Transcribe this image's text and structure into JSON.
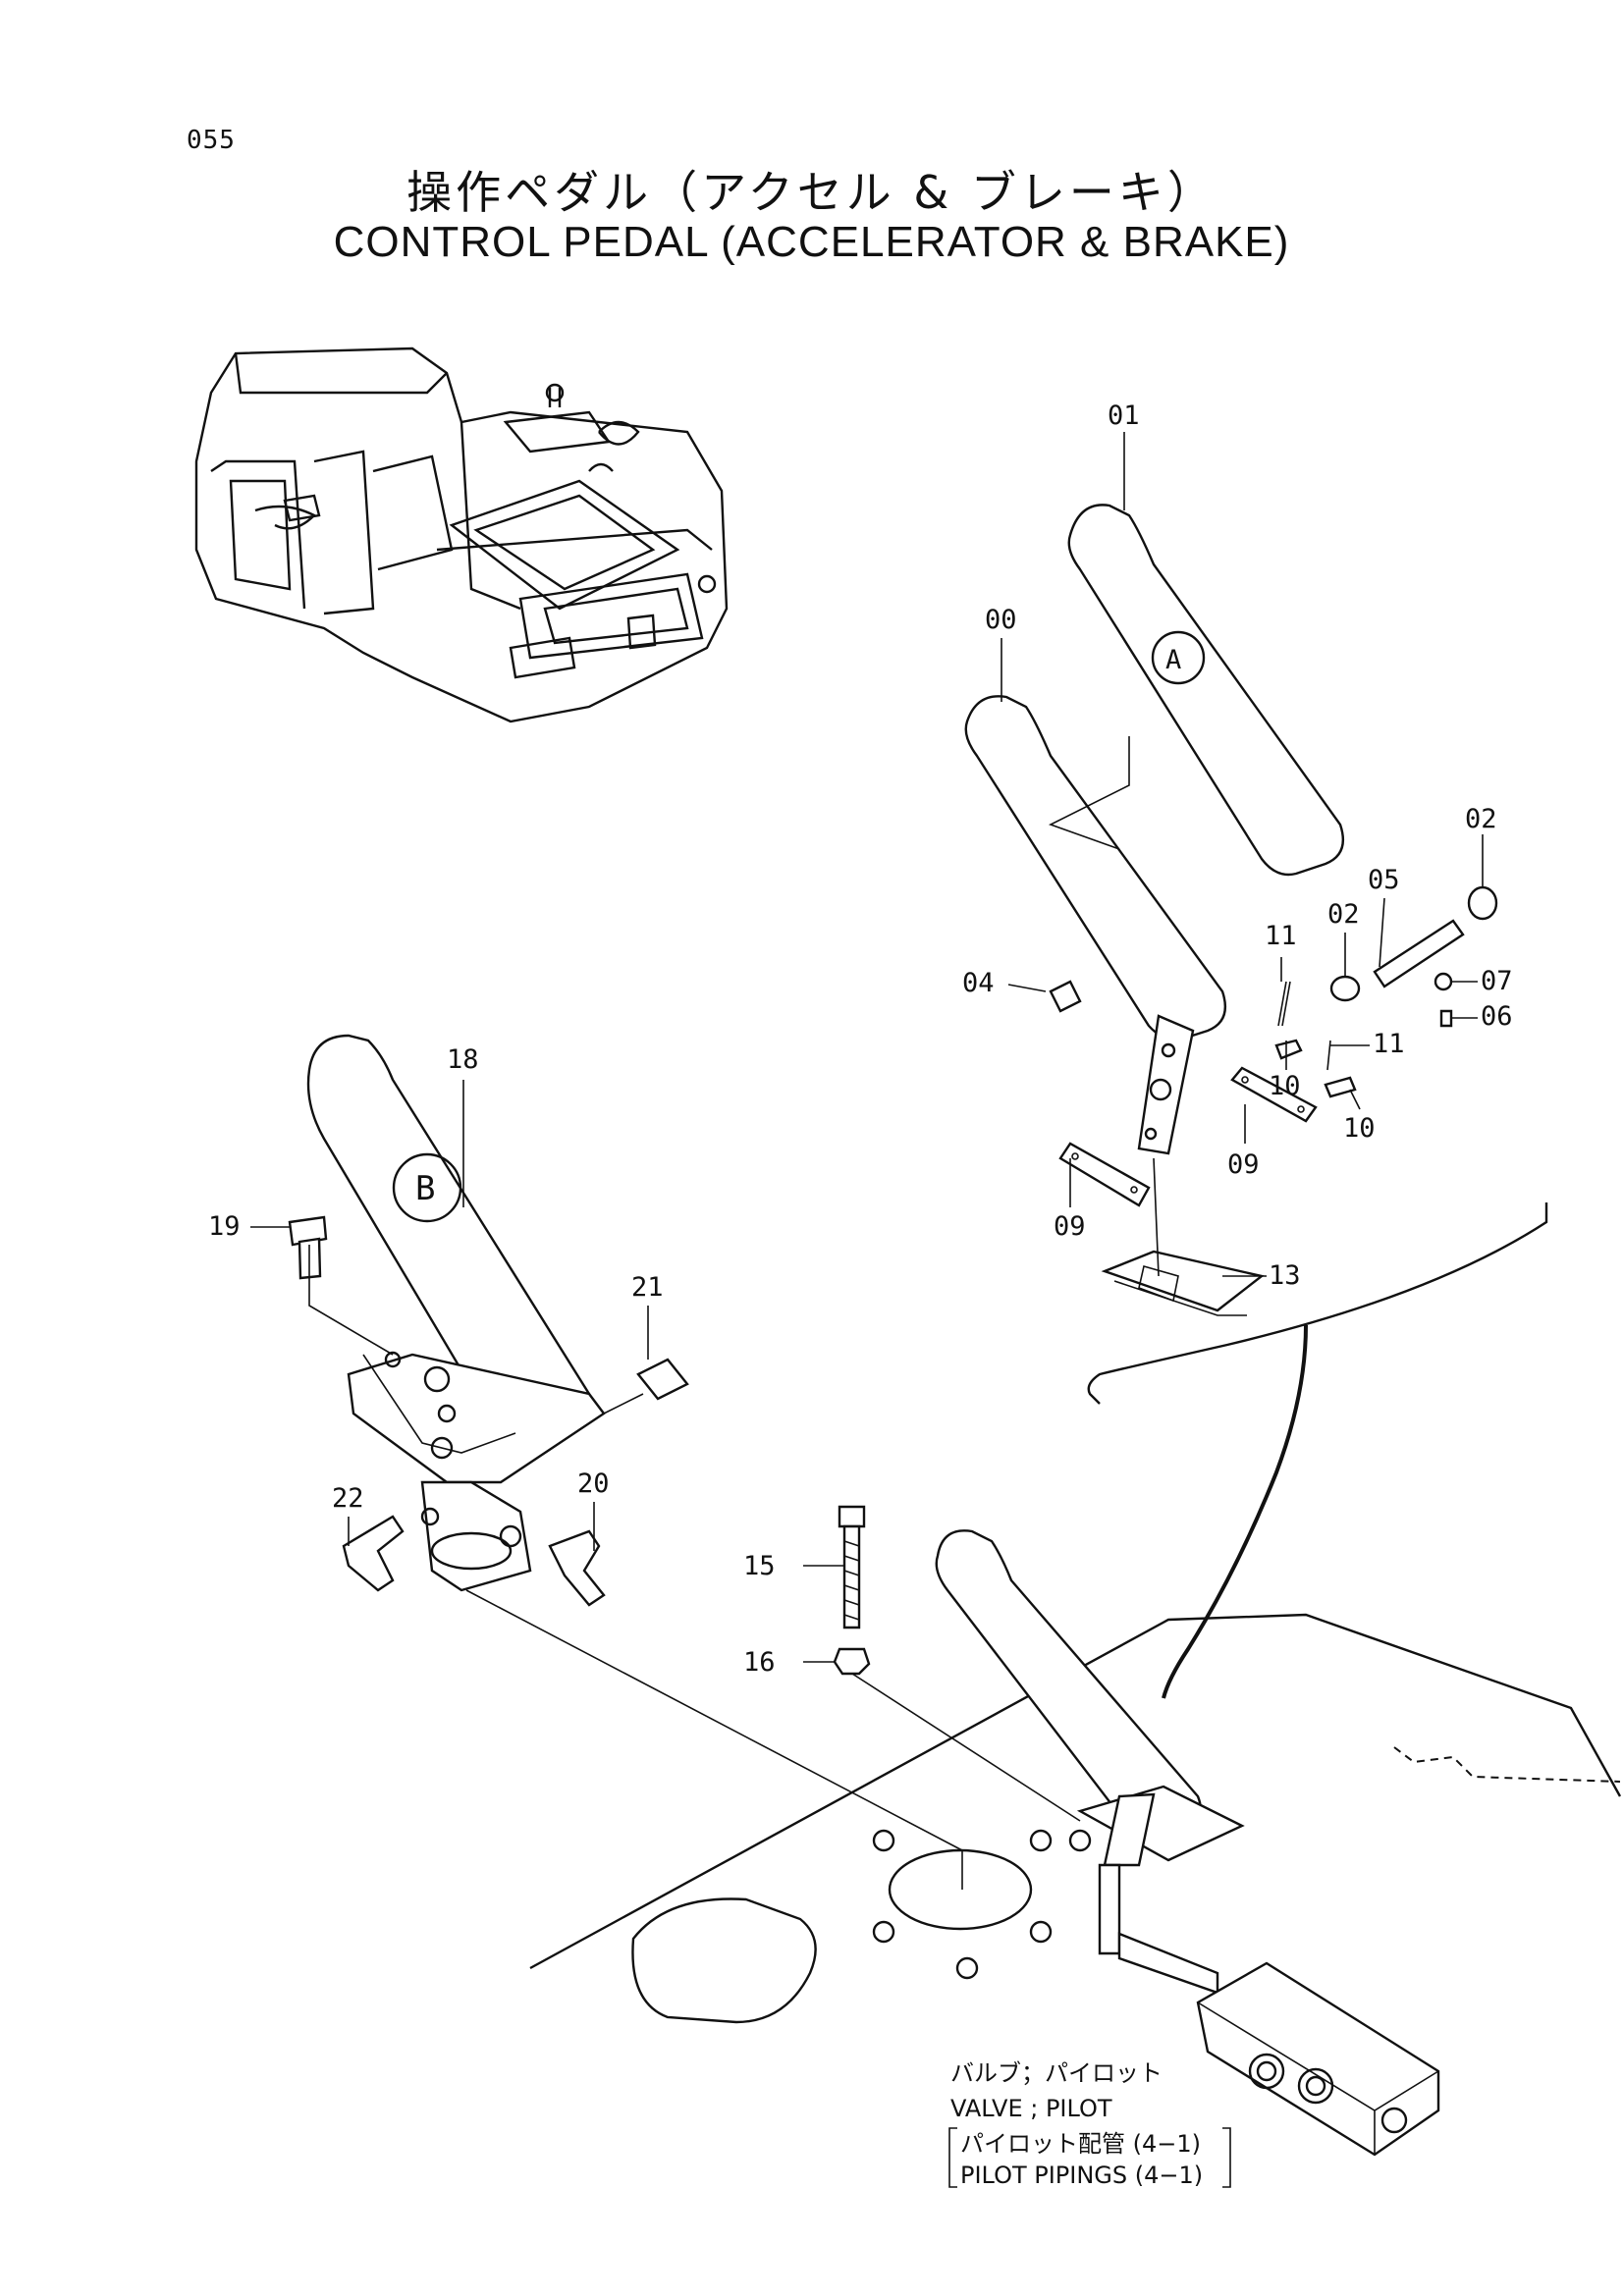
{
  "page": {
    "number": "055",
    "title_jp": "操作ペダル（アクセル & ブレーキ）",
    "title_en": "CONTROL PEDAL (ACCELERATOR & BRAKE)"
  },
  "pedal_marks": {
    "accelerator": "A",
    "brake": "B"
  },
  "callouts": {
    "p00": "00",
    "p01": "01",
    "p02a": "02",
    "p02b": "02",
    "p04": "04",
    "p05": "05",
    "p06": "06",
    "p07": "07",
    "p09a": "09",
    "p09b": "09",
    "p10a": "10",
    "p10b": "10",
    "p11a": "11",
    "p11b": "11",
    "p13": "13",
    "p15": "15",
    "p16": "16",
    "p18": "18",
    "p19": "19",
    "p20": "20",
    "p21": "21",
    "p22": "22"
  },
  "reference": {
    "valve_jp": "バルブ；パイロット",
    "valve_en": "VALVE ; PILOT",
    "pipings_jp": "パイロット配管 (4−1)",
    "pipings_en": "PILOT  PIPINGS (4−1)"
  }
}
